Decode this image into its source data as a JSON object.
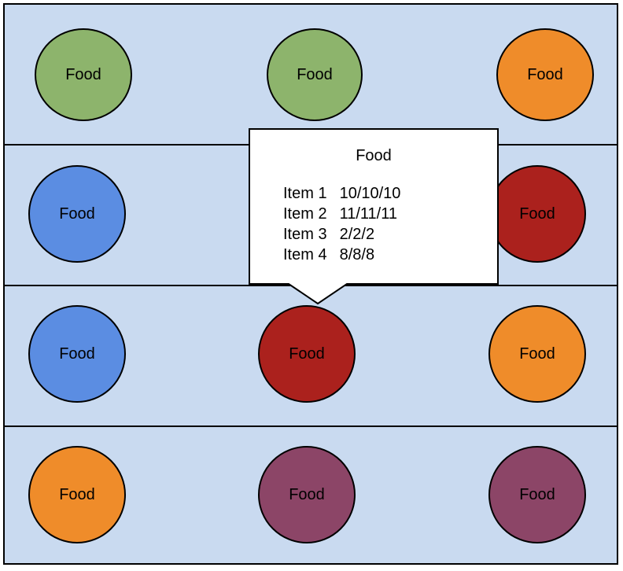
{
  "rows": [
    {
      "items": [
        {
          "label": "Food",
          "color": "#8db46c"
        },
        {
          "label": "Food",
          "color": "#8db46c"
        },
        {
          "label": "Food",
          "color": "#ef8c2a"
        }
      ]
    },
    {
      "items": [
        {
          "label": "Food",
          "color": "#5b8de2"
        },
        {
          "label": "",
          "color": "#c9daf0"
        },
        {
          "label": "Food",
          "color": "#ab211d"
        }
      ]
    },
    {
      "items": [
        {
          "label": "Food",
          "color": "#5b8de2"
        },
        {
          "label": "Food",
          "color": "#ab211d"
        },
        {
          "label": "Food",
          "color": "#ef8c2a"
        }
      ]
    },
    {
      "items": [
        {
          "label": "Food",
          "color": "#ef8c2a"
        },
        {
          "label": "Food",
          "color": "#8c4567"
        },
        {
          "label": "Food",
          "color": "#8c4567"
        }
      ]
    }
  ],
  "tooltip": {
    "title": "Food",
    "items": [
      {
        "name": "Item 1",
        "value": "10/10/10"
      },
      {
        "name": "Item 2",
        "value": "11/11/11"
      },
      {
        "name": "Item 3",
        "value": "2/2/2"
      },
      {
        "name": "Item 4",
        "value": "8/8/8"
      }
    ]
  }
}
